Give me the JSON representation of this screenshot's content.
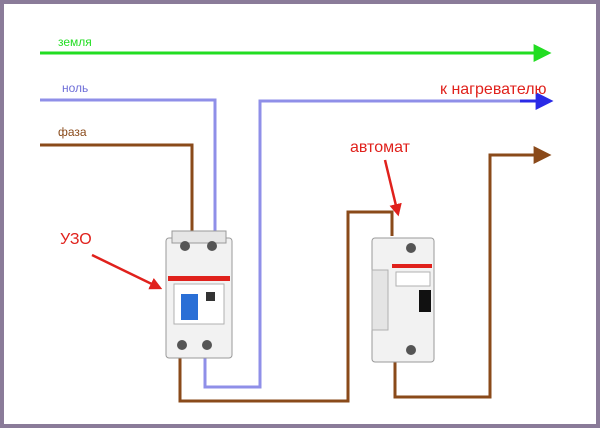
{
  "wires": {
    "earth": {
      "label": "земля",
      "color": "#22dd22"
    },
    "neutral": {
      "label": "ноль",
      "color": "#7f7fe6"
    },
    "phase": {
      "label": "фаза",
      "color": "#8a4a1a"
    }
  },
  "heater_label": "к нагревателю",
  "rcd_label": "УЗО",
  "breaker_label": "автомат",
  "colors": {
    "earth_arrow": "#22dd22",
    "neutral_arrow": "#2a2ae6",
    "phase_arrow": "#8a4a1a",
    "callout": "#e0211c",
    "frame": "#8a7b99"
  },
  "devices": {
    "rcd": {
      "brand_color": "#e0211c",
      "lever_color": "#2a6fd6"
    },
    "breaker": {
      "brand_color": "#e0211c",
      "lever_color": "#111111"
    }
  }
}
